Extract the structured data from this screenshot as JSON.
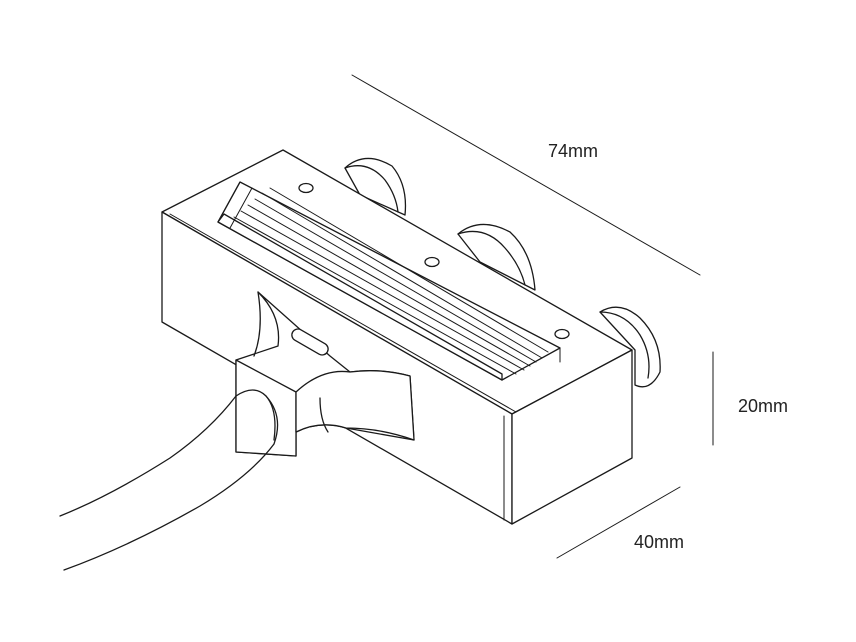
{
  "dimensions": {
    "length": "74mm",
    "height": "20mm",
    "width": "40mm"
  },
  "colors": {
    "line": "#1a1a1a",
    "background": "#ffffff"
  }
}
